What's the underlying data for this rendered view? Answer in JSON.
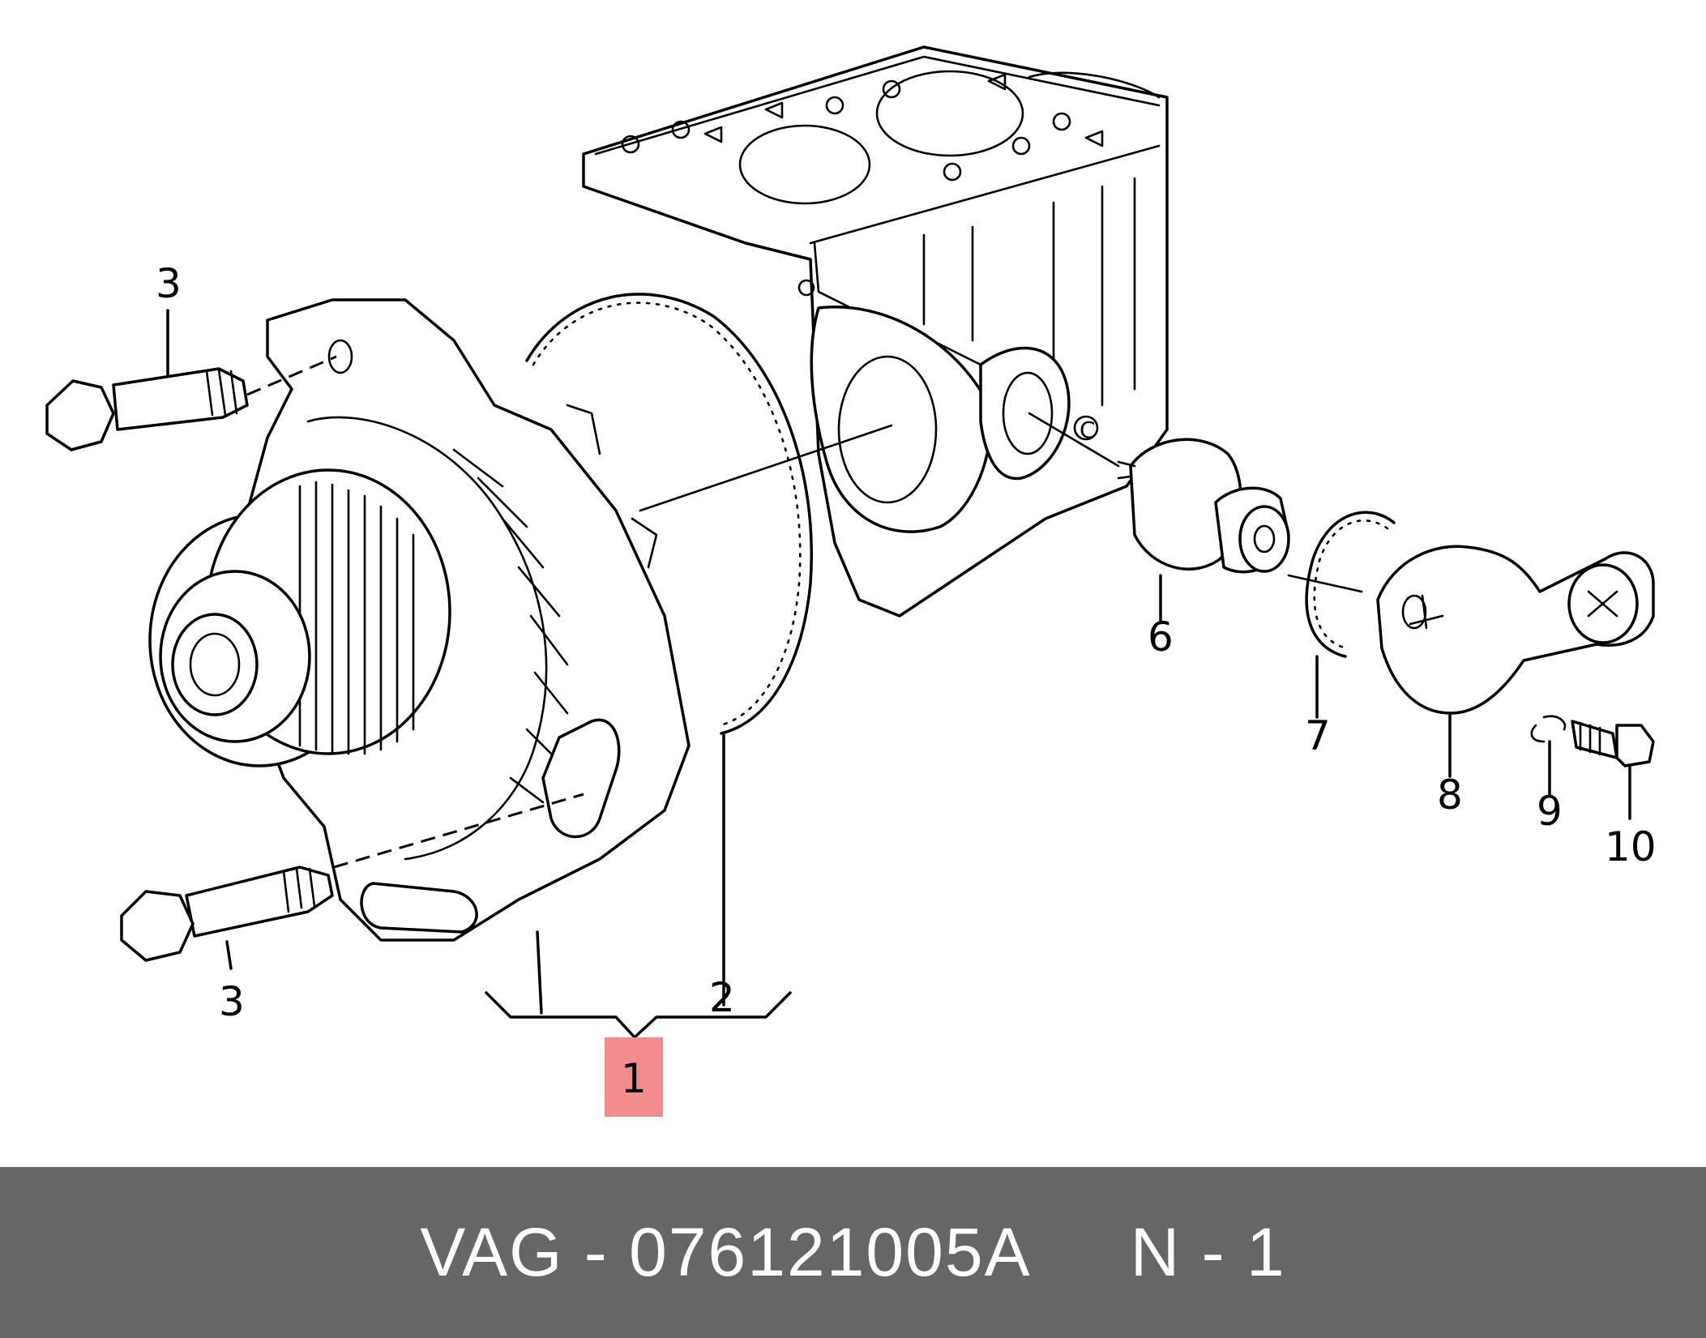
{
  "diagram": {
    "callouts": {
      "c1": "1",
      "c2": "2",
      "c3a": "3",
      "c3b": "3",
      "c6": "6",
      "c7": "7",
      "c8": "8",
      "c9": "9",
      "c10": "10"
    },
    "highlight_color": "#f28b8b",
    "block_mark": "C"
  },
  "footer": {
    "text": "VAG - 076121005A     N - 1",
    "background": "#666666"
  }
}
